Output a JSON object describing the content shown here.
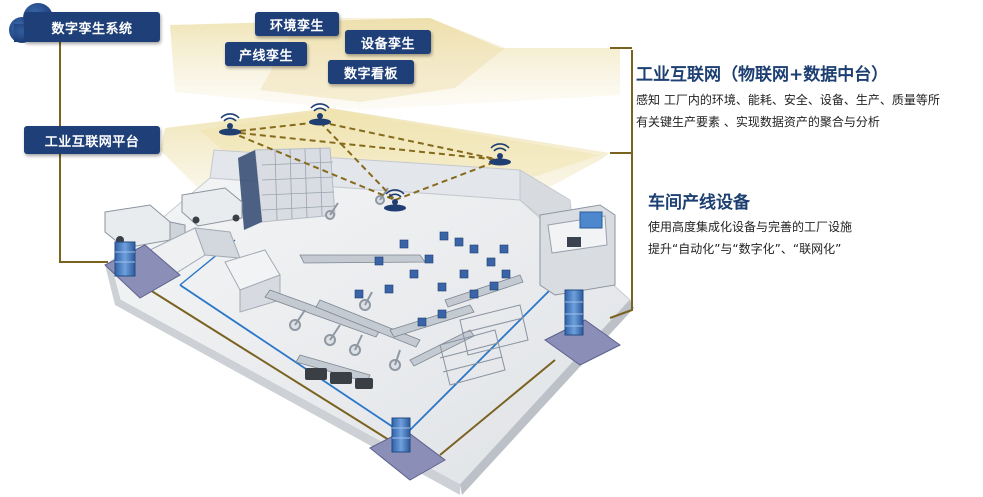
{
  "layers": {
    "digital_twin_system": "数字孪生系统",
    "industrial_platform": "工业互联网平台"
  },
  "twin_modules": {
    "environment": "环境孪生",
    "equipment": "设备孪生",
    "production_line": "产线孪生",
    "dashboard": "数字看板"
  },
  "industrial_internet": {
    "title": "工业互联网（物联网+数据中台）",
    "line1": "感知 工厂内的环境、能耗、安全、设备、生产、质量等所",
    "line2": "有关键生产要素 、实现数据资产的聚合与分析"
  },
  "workshop": {
    "title": "车间产线设备",
    "line1": "使用高度集成化设备与完善的工厂设施",
    "line2": "提升“自动化”与“数字化”、“联网化”"
  },
  "colors": {
    "accent_navy": "#1e3f78",
    "connector_gold": "#7a6320",
    "floor_gray": "#eceef0",
    "conveyor_blue": "#2a76c9",
    "tower_blue": "#4a7fc4"
  }
}
